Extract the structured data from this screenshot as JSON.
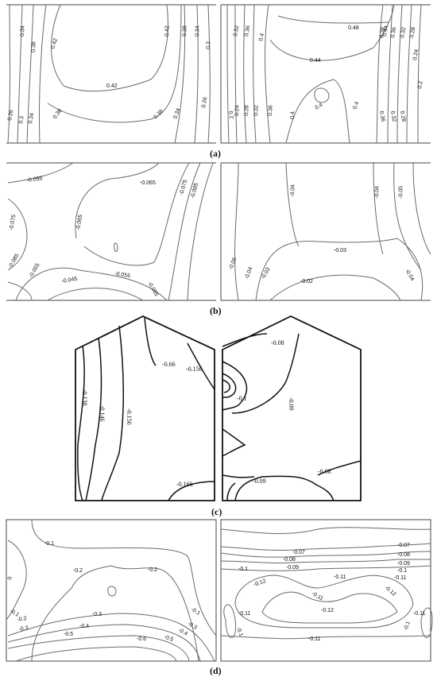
{
  "captions": {
    "a": "(a)",
    "b": "(b)",
    "c": "(c)",
    "d": "(d)"
  },
  "panel_a": {
    "left": [
      "0.34",
      "0.38",
      "0.42",
      "0.42",
      "0.38",
      "0.34",
      "0.3",
      "0.42",
      "0.26",
      "0.3",
      "0.34",
      "0.38",
      "0.38",
      "0.34",
      "0.26"
    ],
    "right": [
      "0.32",
      "0.36",
      "0.4",
      "0.48",
      "0.44",
      "0.38",
      "0.36",
      "0.32",
      "0.28",
      "0.24",
      "0.44",
      "0.2",
      "0.2",
      "0.24",
      "0.28",
      "0.32",
      "0.36",
      "0.4",
      "0.4",
      "0.4",
      "0.36",
      "0.32",
      "0.28"
    ]
  },
  "panel_b": {
    "left": [
      "-0.055",
      "-0.065",
      "-0.075",
      "-0.085",
      "-0.065",
      "-0.075",
      "-0.085",
      "-0.055",
      "-0.045",
      "-0.055",
      "-0.065"
    ],
    "right": [
      "-0.04",
      "-0.04",
      "-0.05",
      "-0.03",
      "-0.05",
      "-0.04",
      "-0.03",
      "-0.02",
      "-0.04"
    ]
  },
  "panel_c": {
    "left": [
      "-0.66",
      "-0.156",
      "-0.138",
      "-0.146",
      "-0.156",
      "-0.166"
    ],
    "right": [
      "-0.08",
      "-0.1",
      "-0.09",
      "-0.09",
      "-0.08"
    ]
  },
  "panel_d": {
    "left": [
      "-0.1",
      "-0.2",
      "-0.2",
      "0",
      "-0.1",
      "-0.2",
      "-0.3",
      "-0.3",
      "-0.4",
      "-0.5",
      "-0.6",
      "-0.5",
      "-0.4",
      "-0.3",
      "-0.1"
    ],
    "right": [
      "-0.07",
      "-0.07",
      "-0.08",
      "-0.08",
      "-0.09",
      "-0.09",
      "-0.1",
      "-0.1",
      "-0.11",
      "-0.11",
      "-0.12",
      "-0.11",
      "-0.12",
      "-0.12",
      "-0.11",
      "-0.11",
      "-0.1",
      "-0.11",
      "-0.1"
    ]
  }
}
